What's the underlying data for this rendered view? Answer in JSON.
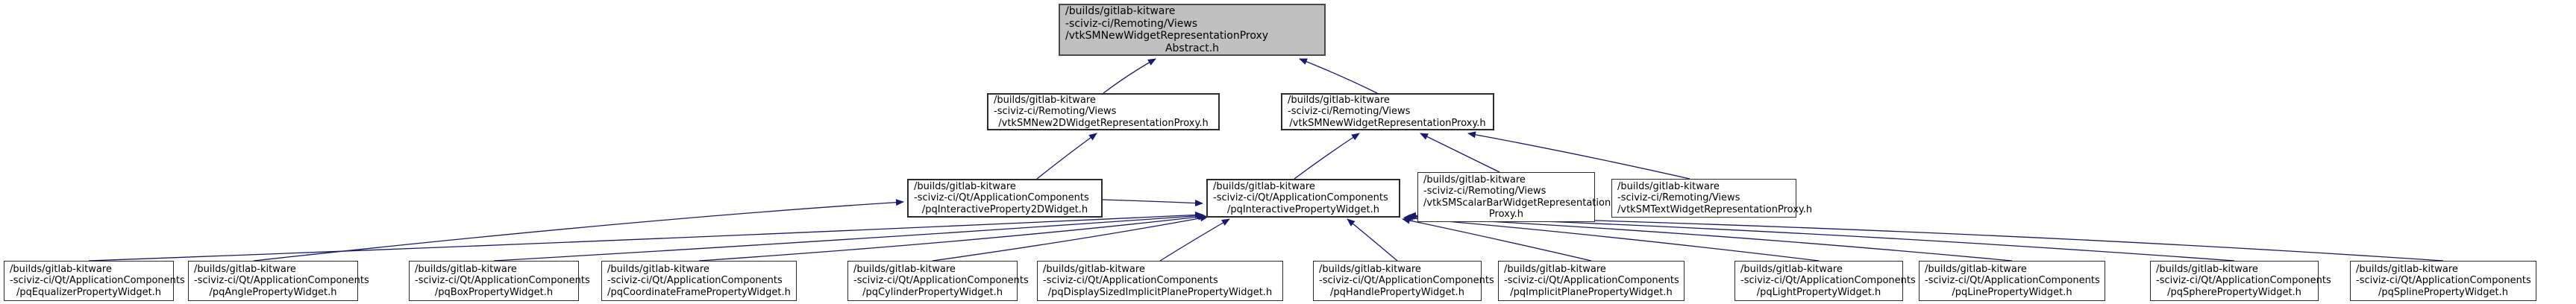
{
  "diagram": {
    "type": "include-dependency-graph",
    "edge_color": "#191970",
    "root_fill": "#c0c0c0",
    "node_fill": "#ffffff",
    "node_border": "#2b2b2b",
    "nodes": [
      {
        "id": "root",
        "role": "root",
        "lines": [
          "/builds/gitlab-kitware",
          "-sciviz-ci/Remoting/Views",
          "/vtkSMNewWidgetRepresentationProxy",
          "Abstract.h"
        ]
      },
      {
        "id": "new2d-widget-proxy",
        "role": "emph",
        "lines": [
          "/builds/gitlab-kitware",
          "-sciviz-ci/Remoting/Views",
          "/vtkSMNew2DWidgetRepresentationProxy.h"
        ]
      },
      {
        "id": "new-widget-proxy",
        "role": "emph",
        "lines": [
          "/builds/gitlab-kitware",
          "-sciviz-ci/Remoting/Views",
          "/vtkSMNewWidgetRepresentationProxy.h"
        ]
      },
      {
        "id": "interactive-property-2d-widget",
        "role": "emph",
        "lines": [
          "/builds/gitlab-kitware",
          "-sciviz-ci/Qt/ApplicationComponents",
          "/pqInteractiveProperty2DWidget.h"
        ]
      },
      {
        "id": "interactive-property-widget",
        "role": "emph",
        "lines": [
          "/builds/gitlab-kitware",
          "-sciviz-ci/Qt/ApplicationComponents",
          "/pqInteractivePropertyWidget.h"
        ]
      },
      {
        "id": "scalarbar-widget-proxy",
        "role": "normal",
        "lines": [
          "/builds/gitlab-kitware",
          "-sciviz-ci/Remoting/Views",
          "/vtkSMScalarBarWidgetRepresentation",
          "Proxy.h"
        ]
      },
      {
        "id": "text-widget-proxy",
        "role": "normal",
        "lines": [
          "/builds/gitlab-kitware",
          "-sciviz-ci/Remoting/Views",
          "/vtkSMTextWidgetRepresentationProxy.h"
        ]
      },
      {
        "id": "equalizer-property-widget",
        "role": "normal",
        "lines": [
          "/builds/gitlab-kitware",
          "-sciviz-ci/Qt/ApplicationComponents",
          "/pqEqualizerPropertyWidget.h"
        ]
      },
      {
        "id": "angle-property-widget",
        "role": "normal",
        "lines": [
          "/builds/gitlab-kitware",
          "-sciviz-ci/Qt/ApplicationComponents",
          "/pqAnglePropertyWidget.h"
        ]
      },
      {
        "id": "box-property-widget",
        "role": "normal",
        "lines": [
          "/builds/gitlab-kitware",
          "-sciviz-ci/Qt/ApplicationComponents",
          "/pqBoxPropertyWidget.h"
        ]
      },
      {
        "id": "coordinate-frame-property-widget",
        "role": "normal",
        "lines": [
          "/builds/gitlab-kitware",
          "-sciviz-ci/Qt/ApplicationComponents",
          "/pqCoordinateFramePropertyWidget.h"
        ]
      },
      {
        "id": "cylinder-property-widget",
        "role": "normal",
        "lines": [
          "/builds/gitlab-kitware",
          "-sciviz-ci/Qt/ApplicationComponents",
          "/pqCylinderPropertyWidget.h"
        ]
      },
      {
        "id": "display-sized-implicit-plane-property-widget",
        "role": "normal",
        "lines": [
          "/builds/gitlab-kitware",
          "-sciviz-ci/Qt/ApplicationComponents",
          "/pqDisplaySizedImplicitPlanePropertyWidget.h"
        ]
      },
      {
        "id": "handle-property-widget",
        "role": "normal",
        "lines": [
          "/builds/gitlab-kitware",
          "-sciviz-ci/Qt/ApplicationComponents",
          "/pqHandlePropertyWidget.h"
        ]
      },
      {
        "id": "implicit-plane-property-widget",
        "role": "normal",
        "lines": [
          "/builds/gitlab-kitware",
          "-sciviz-ci/Qt/ApplicationComponents",
          "/pqImplicitPlanePropertyWidget.h"
        ]
      },
      {
        "id": "light-property-widget",
        "role": "normal",
        "lines": [
          "/builds/gitlab-kitware",
          "-sciviz-ci/Qt/ApplicationComponents",
          "/pqLightPropertyWidget.h"
        ]
      },
      {
        "id": "line-property-widget",
        "role": "normal",
        "lines": [
          "/builds/gitlab-kitware",
          "-sciviz-ci/Qt/ApplicationComponents",
          "/pqLinePropertyWidget.h"
        ]
      },
      {
        "id": "sphere-property-widget",
        "role": "normal",
        "lines": [
          "/builds/gitlab-kitware",
          "-sciviz-ci/Qt/ApplicationComponents",
          "/pqSpherePropertyWidget.h"
        ]
      },
      {
        "id": "spline-property-widget",
        "role": "normal",
        "lines": [
          "/builds/gitlab-kitware",
          "-sciviz-ci/Qt/ApplicationComponents",
          "/pqSplinePropertyWidget.h"
        ]
      }
    ],
    "edges": [
      {
        "from": "new2d-widget-proxy",
        "to": "root"
      },
      {
        "from": "new-widget-proxy",
        "to": "root"
      },
      {
        "from": "interactive-property-2d-widget",
        "to": "new2d-widget-proxy"
      },
      {
        "from": "interactive-property-widget",
        "to": "new-widget-proxy"
      },
      {
        "from": "scalarbar-widget-proxy",
        "to": "new-widget-proxy"
      },
      {
        "from": "text-widget-proxy",
        "to": "new-widget-proxy"
      },
      {
        "from": "interactive-property-2d-widget",
        "to": "interactive-property-widget"
      },
      {
        "from": "angle-property-widget",
        "to": "interactive-property-2d-widget"
      },
      {
        "from": "equalizer-property-widget",
        "to": "interactive-property-widget"
      },
      {
        "from": "box-property-widget",
        "to": "interactive-property-widget"
      },
      {
        "from": "coordinate-frame-property-widget",
        "to": "interactive-property-widget"
      },
      {
        "from": "cylinder-property-widget",
        "to": "interactive-property-widget"
      },
      {
        "from": "display-sized-implicit-plane-property-widget",
        "to": "interactive-property-widget"
      },
      {
        "from": "handle-property-widget",
        "to": "interactive-property-widget"
      },
      {
        "from": "implicit-plane-property-widget",
        "to": "interactive-property-widget"
      },
      {
        "from": "light-property-widget",
        "to": "interactive-property-widget"
      },
      {
        "from": "line-property-widget",
        "to": "interactive-property-widget"
      },
      {
        "from": "sphere-property-widget",
        "to": "interactive-property-widget"
      },
      {
        "from": "spline-property-widget",
        "to": "interactive-property-widget"
      }
    ]
  }
}
